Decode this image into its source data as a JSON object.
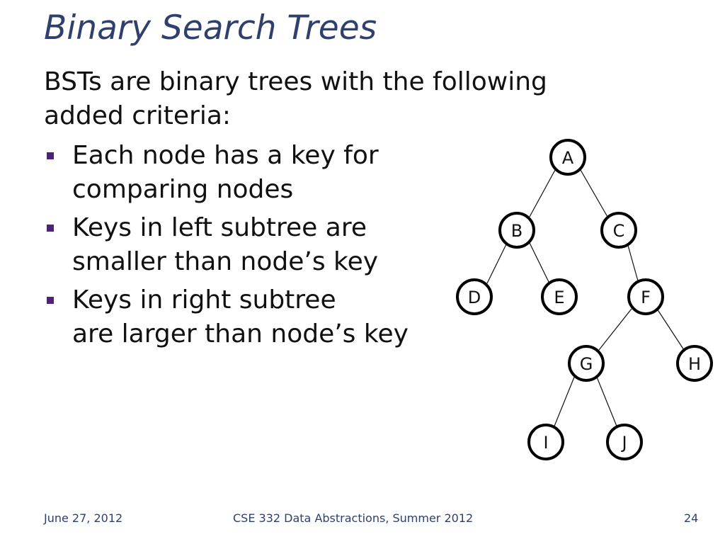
{
  "slide": {
    "title": "Binary Search Trees",
    "intro_lines": [
      "BSTs are binary trees with the following",
      "added criteria:"
    ],
    "bullets": [
      {
        "lines": [
          "Each node has a key for",
          "comparing nodes"
        ]
      },
      {
        "lines": [
          "Keys in left subtree are",
          "smaller than node’s key"
        ]
      },
      {
        "lines": [
          "Keys in right subtree",
          "are larger than node’s key"
        ]
      }
    ]
  },
  "tree": {
    "nodes": [
      "A",
      "B",
      "C",
      "D",
      "E",
      "F",
      "G",
      "H",
      "I",
      "J"
    ]
  },
  "footer": {
    "date": "June 27, 2012",
    "course": "CSE 332 Data Abstractions, Summer 2012",
    "page": "24"
  },
  "colors": {
    "title": "#2f3f6e",
    "bullet": "#4b2479"
  }
}
